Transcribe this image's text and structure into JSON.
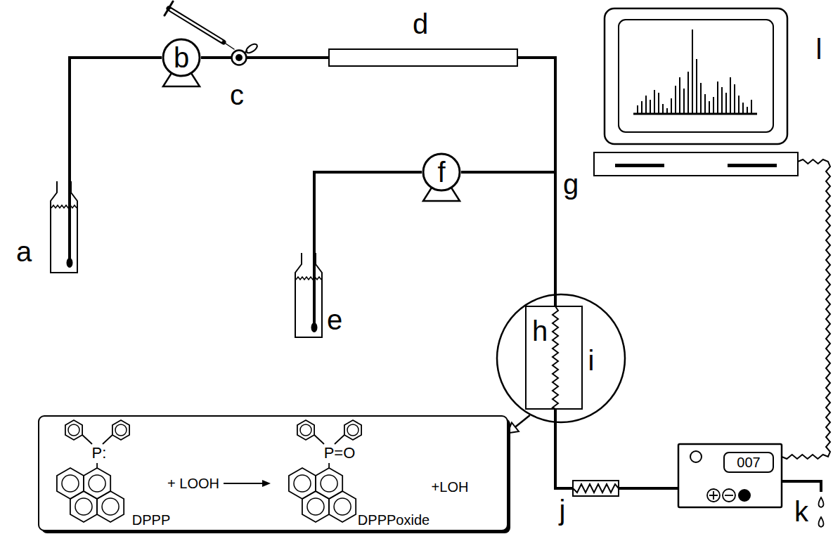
{
  "diagram": {
    "nodes": [
      {
        "text": [
          "a"
        ]
      },
      {
        "text": [
          "b"
        ]
      },
      {
        "text": [
          "c"
        ]
      },
      {
        "text": [
          "d"
        ]
      },
      {
        "text": [
          "e"
        ]
      },
      {
        "text": [
          "f"
        ]
      },
      {
        "text": [
          "i"
        ]
      },
      {
        "text": [
          "h"
        ],
        "in": 6
      },
      {
        "text": [
          "j"
        ]
      },
      {
        "text": [
          "k"
        ]
      },
      {
        "text": [
          "007"
        ],
        "in": 9
      },
      {
        "text": [
          "l"
        ]
      },
      {
        "text": [
          "P:",
          "DPPP",
          "+ LOOH",
          "P=O",
          "DPPPoxide",
          "+LOH"
        ]
      }
    ],
    "edges": [
      {
        "from": 0,
        "to": 1,
        "arrow": "none"
      },
      {
        "from": 1,
        "to": 2,
        "arrow": "none"
      },
      {
        "from": 2,
        "to": 3,
        "arrow": "none"
      },
      {
        "from": 3,
        "to": 7,
        "arrow": "none"
      },
      {
        "from": 4,
        "to": 5,
        "arrow": "none"
      },
      {
        "from": 5,
        "to": 7,
        "arrow": "none"
      },
      {
        "from": 7,
        "to": 8,
        "arrow": "none"
      },
      {
        "from": 8,
        "to": 9,
        "arrow": "none"
      },
      {
        "from": 9,
        "to": 11,
        "arrow": "none"
      },
      {
        "from": 6,
        "to": 12,
        "arrow": "to"
      }
    ],
    "labels": [
      "g"
    ]
  }
}
